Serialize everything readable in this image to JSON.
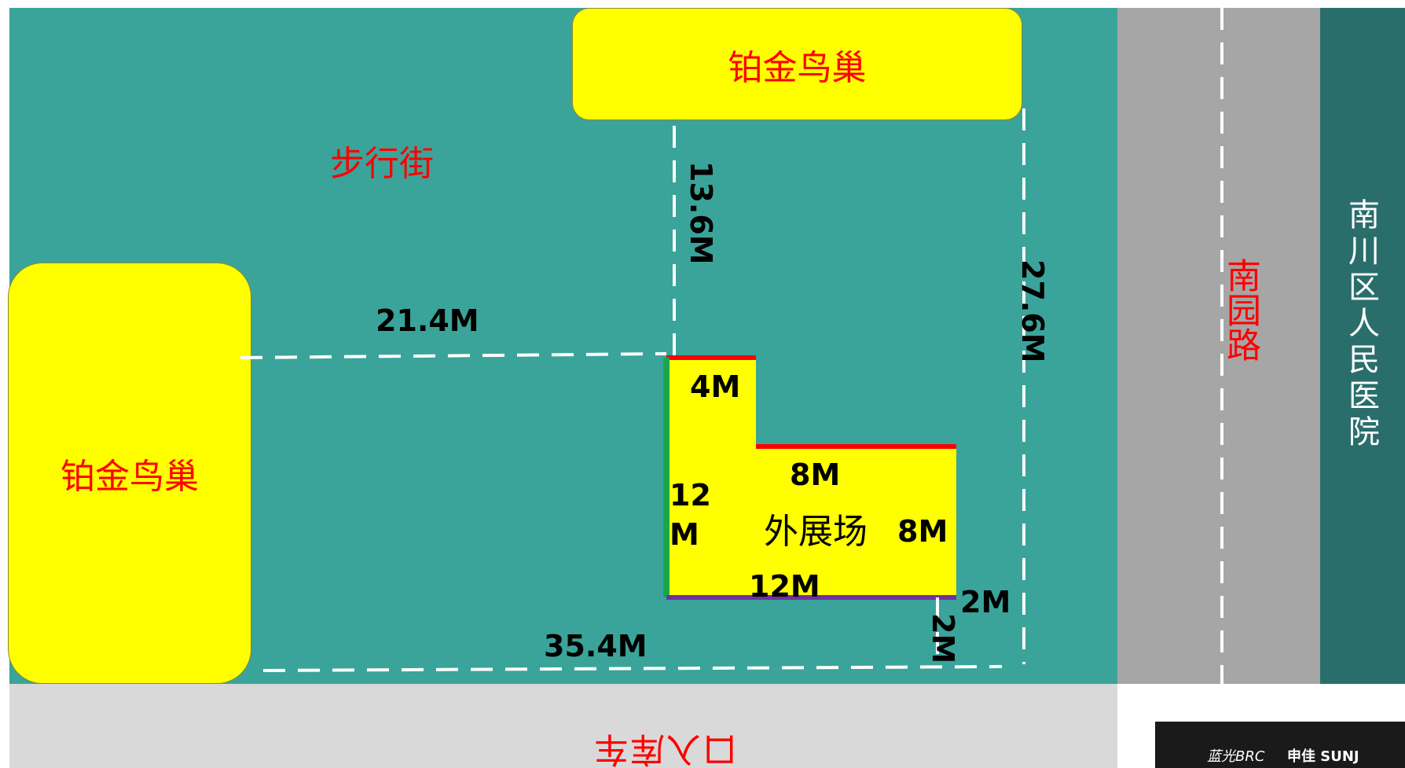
{
  "labels": {
    "top_nest": "铂金鸟巢",
    "left_nest": "铂金鸟巢",
    "pedestrian_street": "步行街",
    "exhibition_area": "外展场",
    "road": "南园路",
    "hospital": "南川区人民医院",
    "garage_entrance": "车库入口"
  },
  "dimensions": {
    "d_13_6": "13.6M",
    "d_27_6": "27.6M",
    "d_21_4": "21.4M",
    "d_4": "4M",
    "d_8_top": "8M",
    "d_8_right": "8M",
    "d_12_left_a": "12",
    "d_12_left_b": "M",
    "d_12_bottom": "12M",
    "d_2_right": "2M",
    "d_2_down": "2M",
    "d_35_4": "35.4M"
  },
  "logo": {
    "text_a": "蓝光BRC",
    "text_b": "申佳 SUNJ"
  },
  "colors": {
    "ground": "#3aa49a",
    "road": "#a6a6a6",
    "hospital": "#2a6e6c",
    "garage": "#d9d9d9",
    "highlight": "#ffff00",
    "edge_red": "#ff0000",
    "edge_green": "#1aa64a",
    "edge_purple": "#7030a0"
  }
}
